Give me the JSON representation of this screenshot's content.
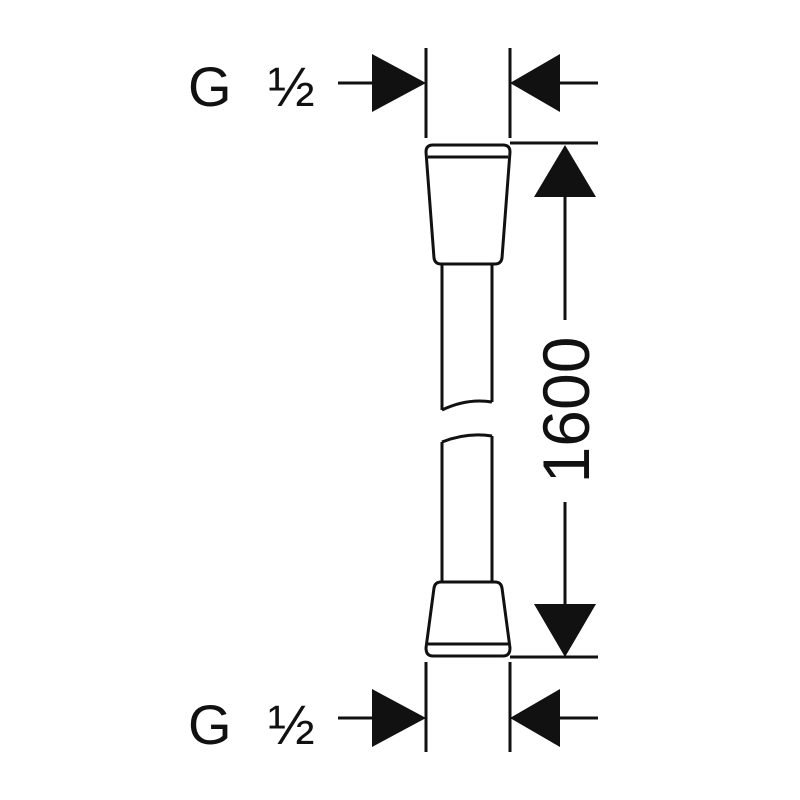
{
  "drawing": {
    "top_thread": {
      "letter": "G",
      "size": "½"
    },
    "bottom_thread": {
      "letter": "G",
      "size": "½"
    },
    "length": "1600"
  },
  "colors": {
    "line": "#111111",
    "background": "#ffffff"
  }
}
